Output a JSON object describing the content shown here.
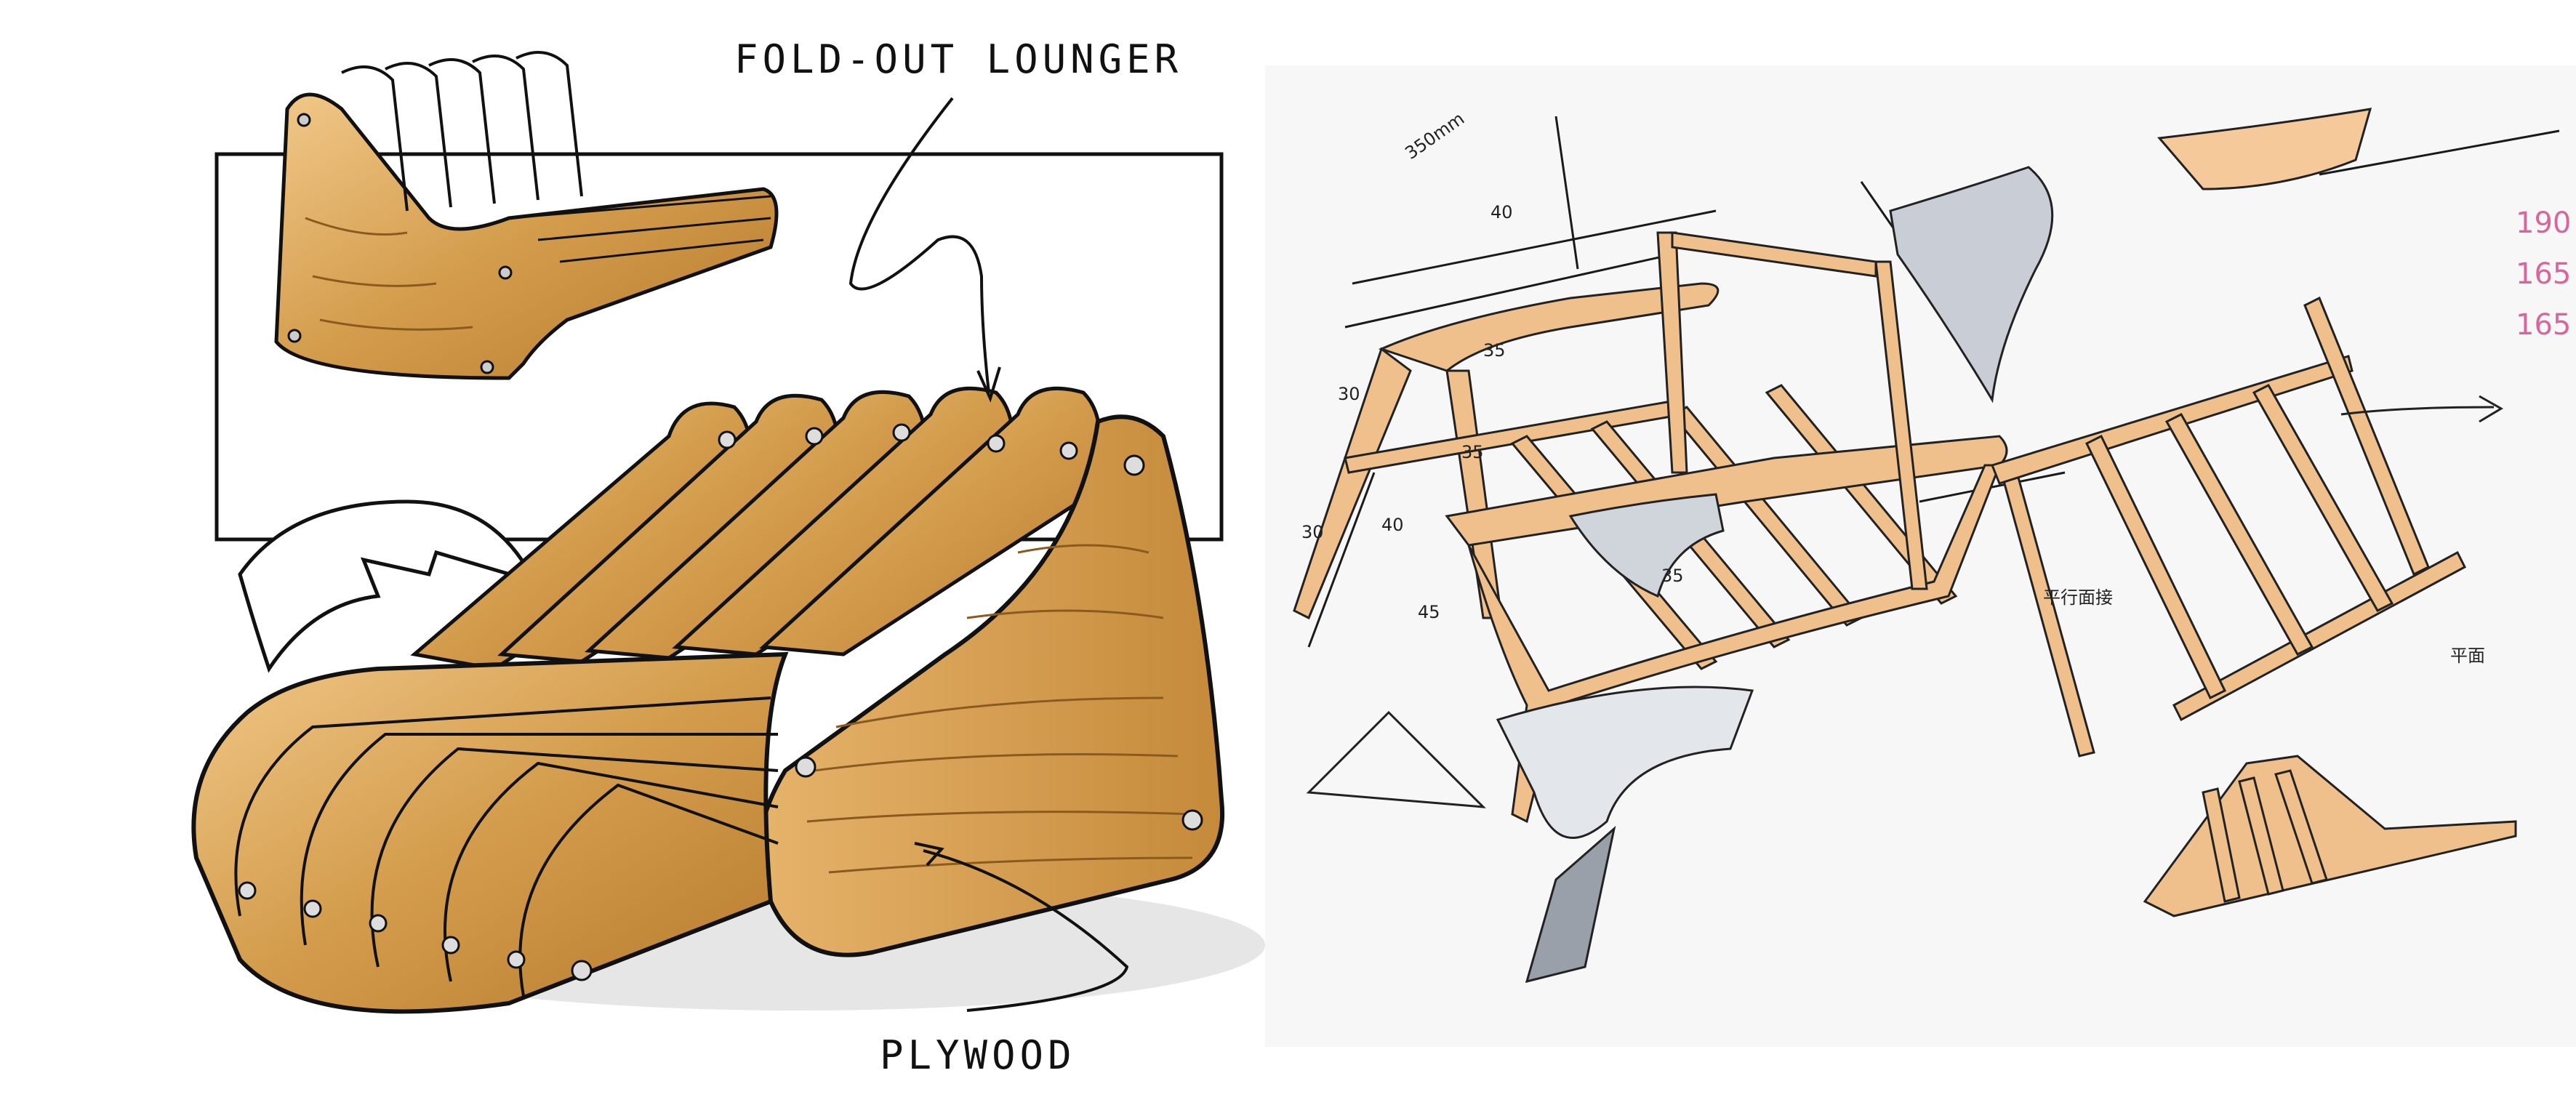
{
  "left_sketch": {
    "title_label": "FOLD-OUT LOUNGER",
    "material_label": "PLYWOOD"
  },
  "right_sketch": {
    "annotations": {
      "a1": "350mm",
      "a2": "30",
      "a3": "30",
      "a4": "40",
      "a5": "45",
      "a6": "35",
      "a7": "35",
      "a8": "40",
      "a9": "35",
      "a10": "平行面接",
      "a11": "平面"
    },
    "pink_notes": [
      "190",
      "165",
      "165"
    ]
  },
  "colors": {
    "wood_light": "#e9b873",
    "wood_mid": "#c98f3f",
    "wood_dark": "#8a5a1e",
    "ink": "#141414",
    "oak_frame": "#efc08c",
    "pink_ink": "#d9669a"
  }
}
